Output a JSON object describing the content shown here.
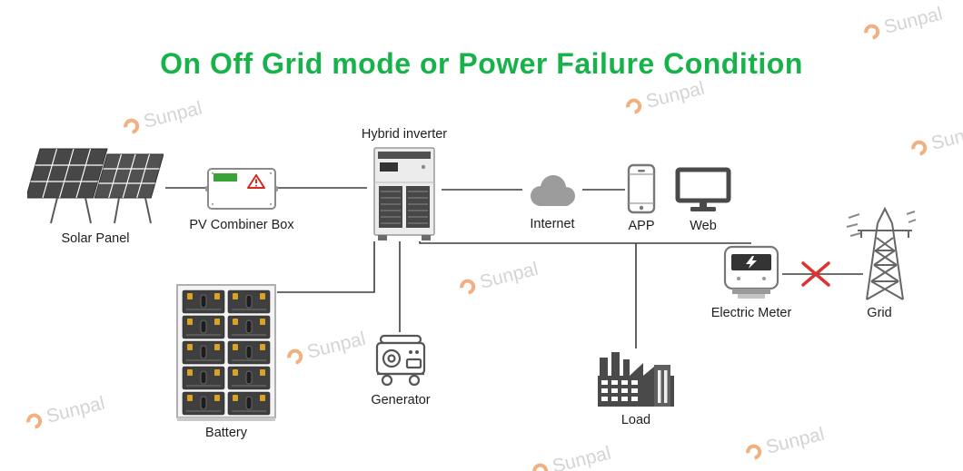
{
  "title": {
    "text": "On Off Grid mode or Power Failure Condition",
    "color": "#17b34a"
  },
  "watermark": {
    "text": "Sunpal"
  },
  "nodes": {
    "solar_panel": {
      "label": "Solar Panel"
    },
    "pv_combiner_box": {
      "label": "PV Combiner Box"
    },
    "hybrid_inverter": {
      "label": "Hybrid inverter"
    },
    "internet": {
      "label": "Internet"
    },
    "app": {
      "label": "APP"
    },
    "web": {
      "label": "Web"
    },
    "electric_meter": {
      "label": "Electric Meter"
    },
    "grid": {
      "label": "Grid"
    },
    "battery": {
      "label": "Battery"
    },
    "generator": {
      "label": "Generator"
    },
    "load": {
      "label": "Load"
    }
  },
  "colors": {
    "line": "#3d3d3d",
    "disconnect_x": "#e03131",
    "accent_green": "#3aa335",
    "warning_red": "#d42b1f",
    "watermark_text": "#cdcdcd",
    "watermark_ring": "#f0a36b"
  }
}
